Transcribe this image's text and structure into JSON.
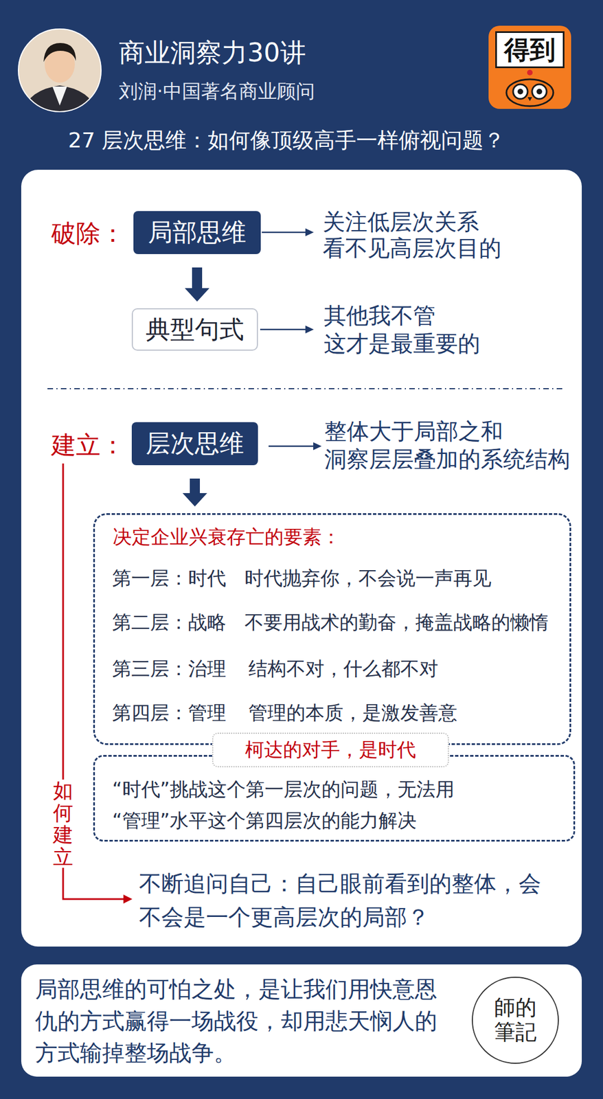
{
  "diagram": {
    "title": "商业洞察力30讲",
    "nodes": [
      {
        "text": [
          "得到"
        ]
      },
      {
        "text": [
          "局部思维"
        ]
      },
      {
        "text": [
          "典型句式"
        ]
      },
      {
        "text": [
          "层次思维"
        ]
      },
      {
        "text": [
          "决定企业兴衰存亡的要素：",
          "第一层：时代",
          "时代抛弃你，不会说一声再见",
          "第二层：战略",
          "不要用战术的勤奋，掩盖战略的懒惰",
          "第三层：治理",
          "结构不对，什么都不对",
          "第四层：管理",
          "管理的本质，是激发善意"
        ]
      },
      {
        "text": [
          "柯达的对手，是时代"
        ]
      },
      {
        "text": [
          "“时代”挑战这个第一层次的问题，无法用 “管理”水平这个第四层次的能力解决"
        ]
      },
      {
        "text": [
          "局部思维的可怕之处，是让我们用快意恩仇的方式赢得一场战役，却用悲天悯人的方式输掉整场战争。"
        ]
      },
      {
        "text": [
          "師的 筆記"
        ],
        "in": 7
      }
    ],
    "edges": [
      {
        "from": 1,
        "to": 2,
        "arrow": "to"
      },
      {
        "from": 3,
        "to": 4,
        "arrow": "to"
      }
    ],
    "labels": [
      "刘润·中国著名商业顾问",
      "27 层次思维：如何像顶级高手一样俯视问题？",
      "破除：",
      "关注低层次关系 看不见高层次目的",
      "其他我不管 这才是最重要的",
      "建立：",
      "整体大于局部之和 洞察层层叠加的系统结构",
      "如何建立",
      "不断追问自己：自己眼前看到的整体，会不会是一个更高层次的局部？"
    ]
  }
}
